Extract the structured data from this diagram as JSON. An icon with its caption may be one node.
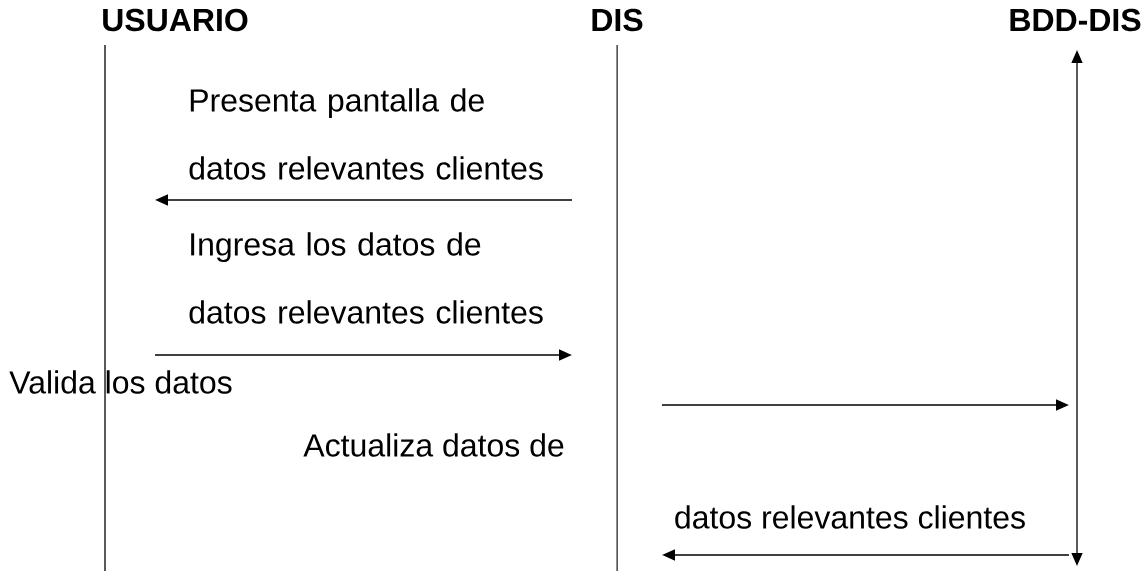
{
  "diagram": {
    "nodes": [
      {
        "text": [
          "USUARIO"
        ]
      },
      {
        "text": [
          "DIS"
        ]
      },
      {
        "text": [
          "BDD-DIS"
        ]
      }
    ],
    "edges": [
      {
        "from": 1,
        "to": 0,
        "arrow": "to",
        "label": "Presenta pantalla de datos relevantes clientes"
      },
      {
        "from": 0,
        "to": 1,
        "arrow": "to",
        "label": "Ingresa los datos de datos relevantes clientes"
      },
      {
        "from": 1,
        "to": 2,
        "arrow": "to",
        "label": "Actualiza datos de"
      },
      {
        "from": 2,
        "to": 1,
        "arrow": "to",
        "label": "datos relevantes clientes"
      }
    ],
    "labels": [
      "Valida los datos"
    ]
  }
}
